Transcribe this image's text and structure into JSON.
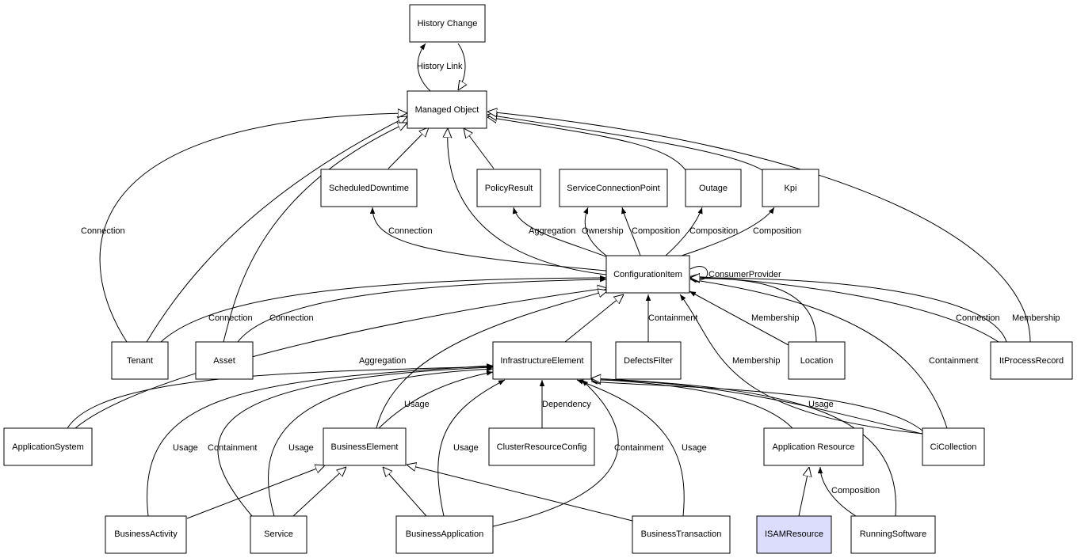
{
  "colors": {
    "node_fill": "#ffffff",
    "highlight_fill": "#dcdcfc",
    "stroke": "#000000",
    "background": "#ffffff"
  },
  "nodes": {
    "history_change": "History Change",
    "managed_object": "Managed Object",
    "scheduled_downtime": "ScheduledDowntime",
    "policy_result": "PolicyResult",
    "service_connection_point": "ServiceConnectionPoint",
    "outage": "Outage",
    "kpi": "Kpi",
    "configuration_item": "ConfigurationItem",
    "tenant": "Tenant",
    "asset": "Asset",
    "infrastructure_element": "InfrastructureElement",
    "defects_filter": "DefectsFilter",
    "location": "Location",
    "it_process_record": "ItProcessRecord",
    "application_system": "ApplicationSystem",
    "business_element": "BusinessElement",
    "cluster_resource_config": "ClusterResourceConfig",
    "application_resource": "Application Resource",
    "ci_collection": "CiCollection",
    "business_activity": "BusinessActivity",
    "service": "Service",
    "business_application": "BusinessApplication",
    "business_transaction": "BusinessTransaction",
    "isam_resource": "ISAMResource",
    "running_software": "RunningSoftware"
  },
  "edge_labels": {
    "history_link": "History Link",
    "tenant_mo_connection": "Connection",
    "ci_sd_connection": "Connection",
    "ci_pr_aggregation": "Aggregation",
    "ci_scp_ownership": "Ownership",
    "ci_scp_composition": "Composition",
    "ci_outage_composition": "Composition",
    "ci_kpi_composition": "Composition",
    "consumer_provider": "ConsumerProvider",
    "tenant_ci_connection": "Connection",
    "asset_ci_connection": "Connection",
    "df_containment": "Containment",
    "loc_membership": "Membership",
    "itpr_connection": "Connection",
    "itpr_membership": "Membership",
    "as_aggregation": "Aggregation",
    "cc_membership": "Membership",
    "cc_containment": "Containment",
    "be_usage": "Usage",
    "crc_dependency": "Dependency",
    "cc_usage": "Usage",
    "ba_usage": "Usage",
    "svc_containment": "Containment",
    "svc_usage": "Usage",
    "bapp_usage": "Usage",
    "bapp_containment": "Containment",
    "bt_usage": "Usage",
    "rs_composition": "Composition"
  }
}
